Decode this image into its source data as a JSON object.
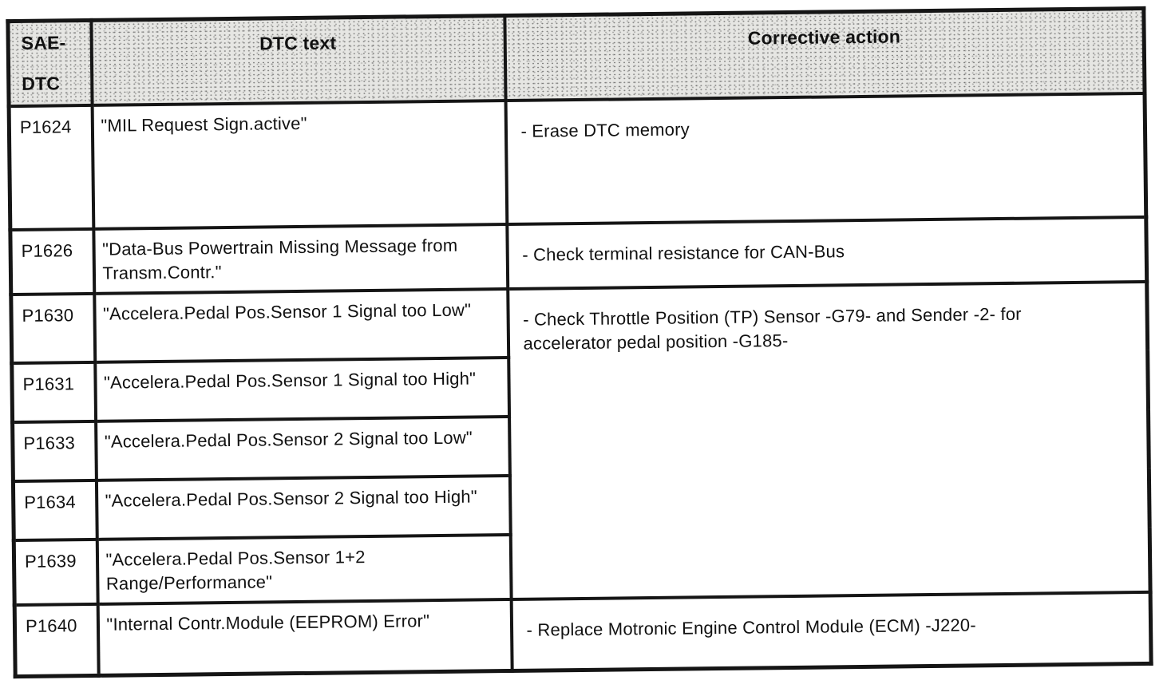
{
  "table": {
    "header": {
      "col1_line1": "SAE-",
      "col1_line2": "DTC",
      "col2": "DTC text",
      "col3": "Corrective action"
    },
    "rows": [
      {
        "code": "P1624",
        "text": "\"MIL Request Sign.active\"",
        "action": "- Erase DTC memory"
      },
      {
        "code": "P1626",
        "text": "\"Data-Bus Powertrain Missing Message from Transm.Contr.\"",
        "action": "- Check terminal resistance for CAN-Bus"
      },
      {
        "code": "P1630",
        "text": "\"Accelera.Pedal Pos.Sensor 1 Signal too Low\"",
        "action": "- Check Throttle Position (TP) Sensor -G79- and Sender -2- for accelerator pedal position -G185-"
      },
      {
        "code": "P1631",
        "text": "\"Accelera.Pedal Pos.Sensor 1 Signal too High\""
      },
      {
        "code": "P1633",
        "text": "\"Accelera.Pedal Pos.Sensor 2 Signal too Low\""
      },
      {
        "code": "P1634",
        "text": "\"Accelera.Pedal Pos.Sensor 2 Signal too High\""
      },
      {
        "code": "P1639",
        "text": "\"Accelera.Pedal Pos.Sensor 1+2 Range/Performance\""
      },
      {
        "code": "P1640",
        "text": "\"Internal Contr.Module (EEPROM) Error\"",
        "action": "- Replace Motronic Engine Control Module (ECM) -J220-"
      }
    ]
  }
}
